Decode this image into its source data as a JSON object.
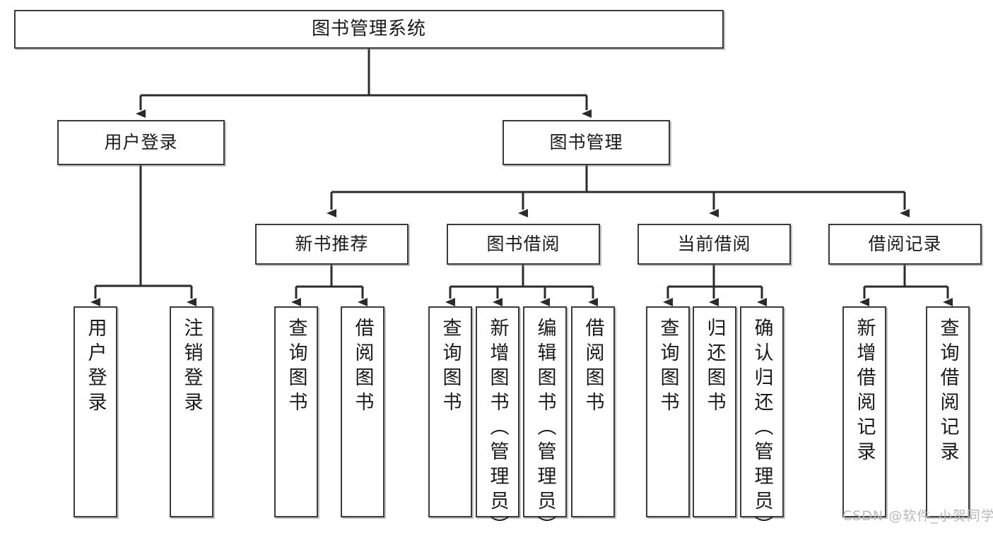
{
  "diagram": {
    "title": "图书管理系统",
    "watermark": "CSDN @软件_小贺同学",
    "style": {
      "box_border": "#3b3b3b",
      "box_fill": "#ffffff",
      "line": "#2b2b2b",
      "text": "#1a1a1a",
      "watermark_color": "#b9b9b9"
    }
  },
  "nodes": {
    "root": {
      "label": "图书管理系统"
    },
    "level2": [
      {
        "id": "user-login",
        "label": "用户登录"
      },
      {
        "id": "book-manage",
        "label": "图书管理"
      }
    ],
    "level3": [
      {
        "id": "new-book-recommend",
        "label": "新书推荐"
      },
      {
        "id": "book-borrow",
        "label": "图书借阅"
      },
      {
        "id": "current-borrow",
        "label": "当前借阅"
      },
      {
        "id": "borrow-record",
        "label": "借阅记录"
      }
    ],
    "leaves": {
      "user_login": [
        {
          "id": "leaf-user-login",
          "label": "用户登录"
        },
        {
          "id": "leaf-logout-login",
          "label": "注销登录"
        }
      ],
      "new_book_recommend": [
        {
          "id": "leaf-query-book-1",
          "label": "查询图书"
        },
        {
          "id": "leaf-borrow-book-1",
          "label": "借阅图书"
        }
      ],
      "book_borrow": [
        {
          "id": "leaf-query-book-2",
          "label": "查询图书"
        },
        {
          "id": "leaf-add-book",
          "label": "新增图书（管理员）"
        },
        {
          "id": "leaf-edit-book",
          "label": "编辑图书（管理员）"
        },
        {
          "id": "leaf-borrow-book-2",
          "label": "借阅图书"
        }
      ],
      "current_borrow": [
        {
          "id": "leaf-query-book-3",
          "label": "查询图书"
        },
        {
          "id": "leaf-return-book",
          "label": "归还图书"
        },
        {
          "id": "leaf-confirm-return",
          "label": "确认归还（管理员）"
        }
      ],
      "borrow_record": [
        {
          "id": "leaf-add-record",
          "label": "新增借阅记录"
        },
        {
          "id": "leaf-query-record",
          "label": "查询借阅记录"
        }
      ]
    }
  }
}
